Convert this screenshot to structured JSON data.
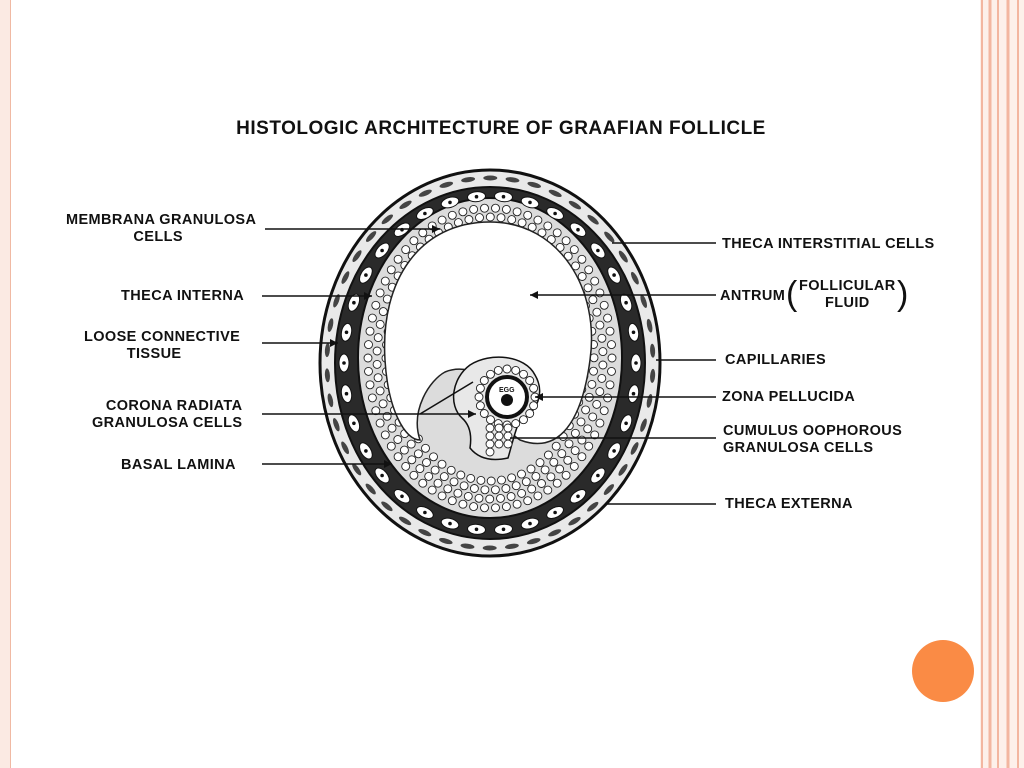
{
  "title": "HISTOLOGIC ARCHITECTURE OF GRAAFIAN FOLLICLE",
  "labels_left": {
    "membrana_granulosa": [
      "MEMBRANA GRANULOSA",
      "CELLS"
    ],
    "theca_interna": "THECA INTERNA",
    "loose_connective": [
      "LOOSE CONNECTIVE",
      "TISSUE"
    ],
    "corona_radiata": [
      "CORONA RADIATA",
      "GRANULOSA CELLS"
    ],
    "basal_lamina": "BASAL LAMINA"
  },
  "labels_right": {
    "theca_interstitial": "THECA INTERSTITIAL CELLS",
    "antrum": "ANTRUM",
    "follicular_fluid": [
      "FOLLICULAR",
      "FLUID"
    ],
    "capillaries": "CAPILLARIES",
    "zona_pellucida": "ZONA PELLUCIDA",
    "cumulus": [
      "CUMULUS OOPHOROUS",
      "GRANULOSA CELLS"
    ],
    "theca_externa": "THECA EXTERNA"
  },
  "egg_label": "EGG",
  "colors": {
    "accent": "#fa8b45",
    "frame": "#f0b9a3",
    "ink": "#111111"
  }
}
